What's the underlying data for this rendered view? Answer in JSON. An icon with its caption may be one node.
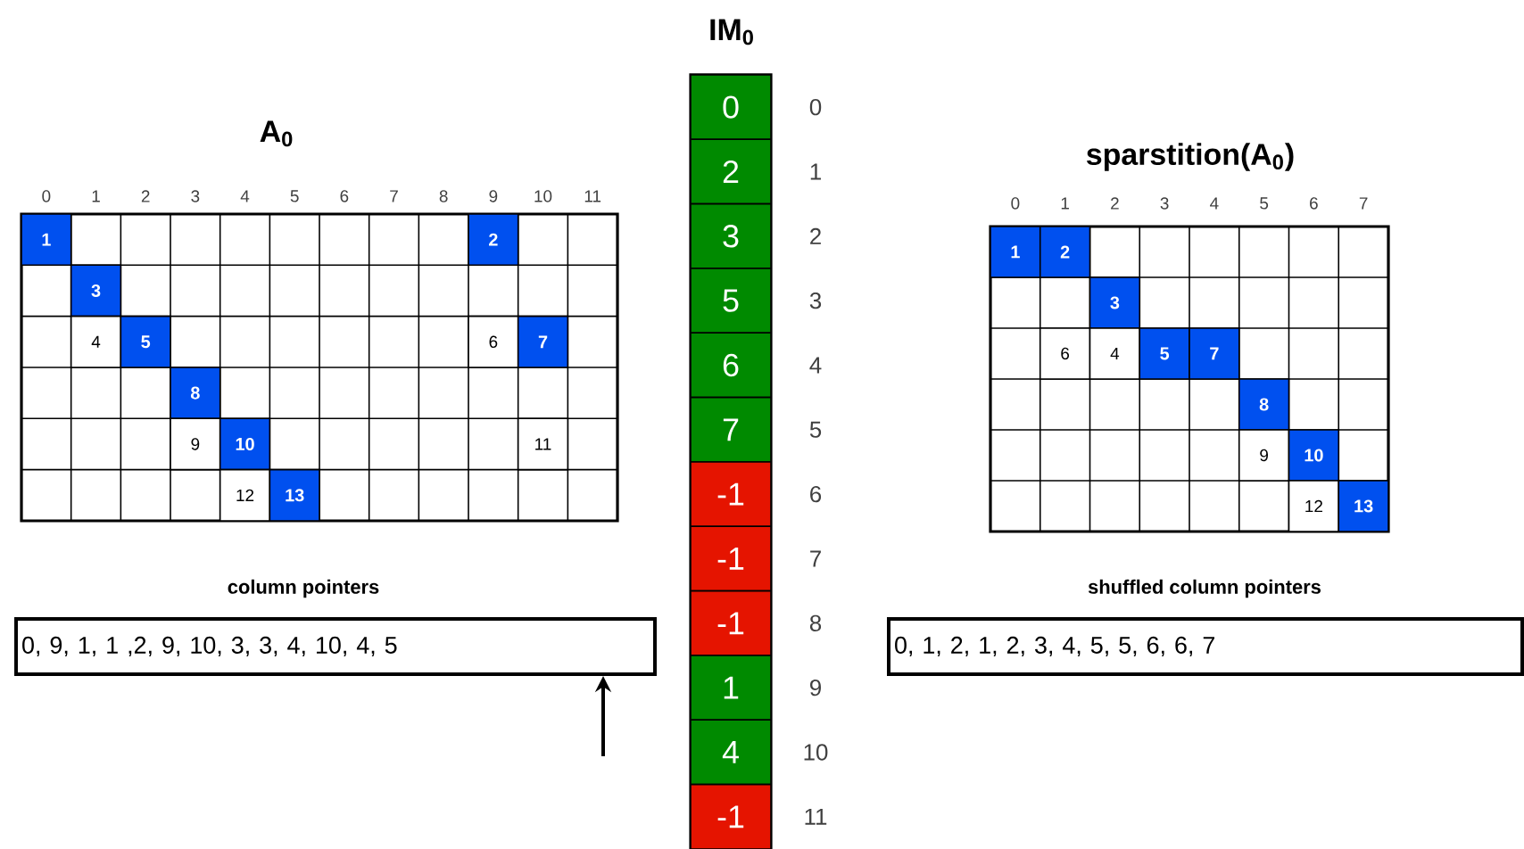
{
  "diagram": {
    "nodes": [
      {
        "text": [
          "A$_{0}$"
        ]
      },
      {
        "text": [
          "1"
        ],
        "in": 0
      },
      {
        "text": [
          "2"
        ],
        "in": 0
      },
      {
        "text": [
          "3"
        ],
        "in": 0
      },
      {
        "text": [
          "4"
        ],
        "in": 0
      },
      {
        "text": [
          "5"
        ],
        "in": 0
      },
      {
        "text": [
          "6"
        ],
        "in": 0
      },
      {
        "text": [
          "7"
        ],
        "in": 0
      },
      {
        "text": [
          "8"
        ],
        "in": 0
      },
      {
        "text": [
          "9"
        ],
        "in": 0
      },
      {
        "text": [
          "10"
        ],
        "in": 0
      },
      {
        "text": [
          "11"
        ],
        "in": 0
      },
      {
        "text": [
          "12"
        ],
        "in": 0
      },
      {
        "text": [
          "13"
        ],
        "in": 0
      },
      {
        "text": [
          "sparstition(A$_{0}$)"
        ]
      },
      {
        "text": [
          "1"
        ],
        "in": 14
      },
      {
        "text": [
          "2"
        ],
        "in": 14
      },
      {
        "text": [
          "3"
        ],
        "in": 14
      },
      {
        "text": [
          "6"
        ],
        "in": 14
      },
      {
        "text": [
          "4"
        ],
        "in": 14
      },
      {
        "text": [
          "5"
        ],
        "in": 14
      },
      {
        "text": [
          "7"
        ],
        "in": 14
      },
      {
        "text": [
          "8"
        ],
        "in": 14
      },
      {
        "text": [
          "9"
        ],
        "in": 14
      },
      {
        "text": [
          "10"
        ],
        "in": 14
      },
      {
        "text": [
          "12"
        ],
        "in": 14
      },
      {
        "text": [
          "13"
        ],
        "in": 14
      },
      {
        "text": [
          "IM$_{0}$"
        ]
      },
      {
        "text": [
          "0"
        ],
        "in": 27
      },
      {
        "text": [
          "2"
        ],
        "in": 27
      },
      {
        "text": [
          "3"
        ],
        "in": 27
      },
      {
        "text": [
          "5"
        ],
        "in": 27
      },
      {
        "text": [
          "6"
        ],
        "in": 27
      },
      {
        "text": [
          "7"
        ],
        "in": 27
      },
      {
        "text": [
          "-1"
        ],
        "in": 27
      },
      {
        "text": [
          "-1"
        ],
        "in": 27
      },
      {
        "text": [
          "-1"
        ],
        "in": 27
      },
      {
        "text": [
          "1"
        ],
        "in": 27
      },
      {
        "text": [
          "4"
        ],
        "in": 27
      },
      {
        "text": [
          "-1"
        ],
        "in": 27
      },
      {
        "text": [
          "column pointers",
          "0, 9, 1, 1 ,2, 9, 10, 3, 3, 4, 10, 4, 5"
        ]
      },
      {
        "text": [
          "shuffled column pointers",
          "0, 1, 2, 1, 2, 3, 4, 5, 5, 6, 6, 7"
        ]
      }
    ],
    "edges": [
      {
        "from": null,
        "to": 40,
        "arrow": "to"
      }
    ],
    "labels": [
      "0",
      "1",
      "2",
      "3",
      "4",
      "5",
      "6",
      "7",
      "8",
      "9",
      "10",
      "11",
      "0",
      "1",
      "2",
      "3",
      "4",
      "5",
      "6",
      "7",
      "0",
      "1",
      "2",
      "3",
      "4",
      "5",
      "6",
      "7",
      "8",
      "9",
      "10",
      "11"
    ]
  }
}
